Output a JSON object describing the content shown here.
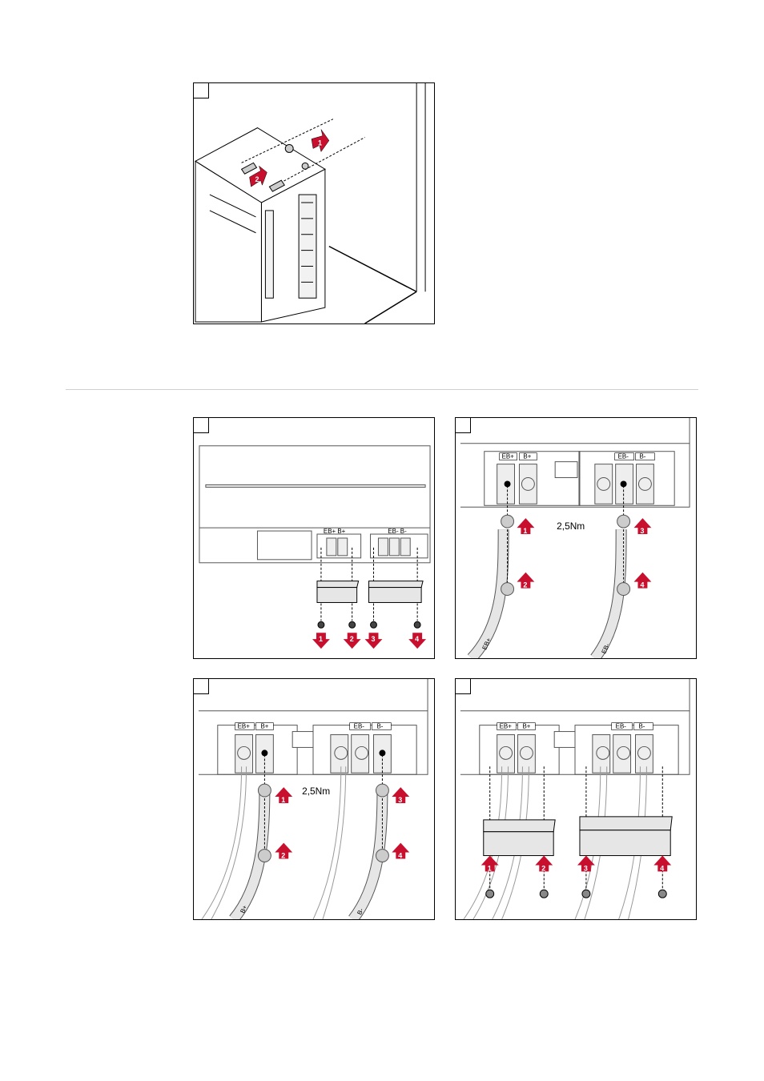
{
  "figure1": {
    "arrows": [
      "1",
      "2"
    ]
  },
  "figure2": {
    "terminal_left": "EB+  B+",
    "terminal_right": "EB-  B-",
    "arrows": [
      "1",
      "2",
      "3",
      "4"
    ]
  },
  "figure3": {
    "terminals": [
      "EB+",
      "B+",
      "EB-",
      "B-"
    ],
    "torque": "2,5Nm",
    "arrows": [
      "1",
      "2",
      "3",
      "4"
    ],
    "cables": [
      "EB+",
      "EB-"
    ]
  },
  "figure4": {
    "terminals": [
      "EB+",
      "B+",
      "EB-",
      "B-"
    ],
    "torque": "2,5Nm",
    "arrows": [
      "1",
      "2",
      "3",
      "4"
    ],
    "cables": [
      "B+",
      "B-"
    ]
  },
  "figure5": {
    "terminals": [
      "EB+",
      "B+",
      "EB-",
      "B-"
    ],
    "arrows": [
      "1",
      "2",
      "3",
      "4"
    ]
  },
  "colors": {
    "arrow": "#c8102e",
    "line": "#000000",
    "fill": "#e6e6e6"
  }
}
